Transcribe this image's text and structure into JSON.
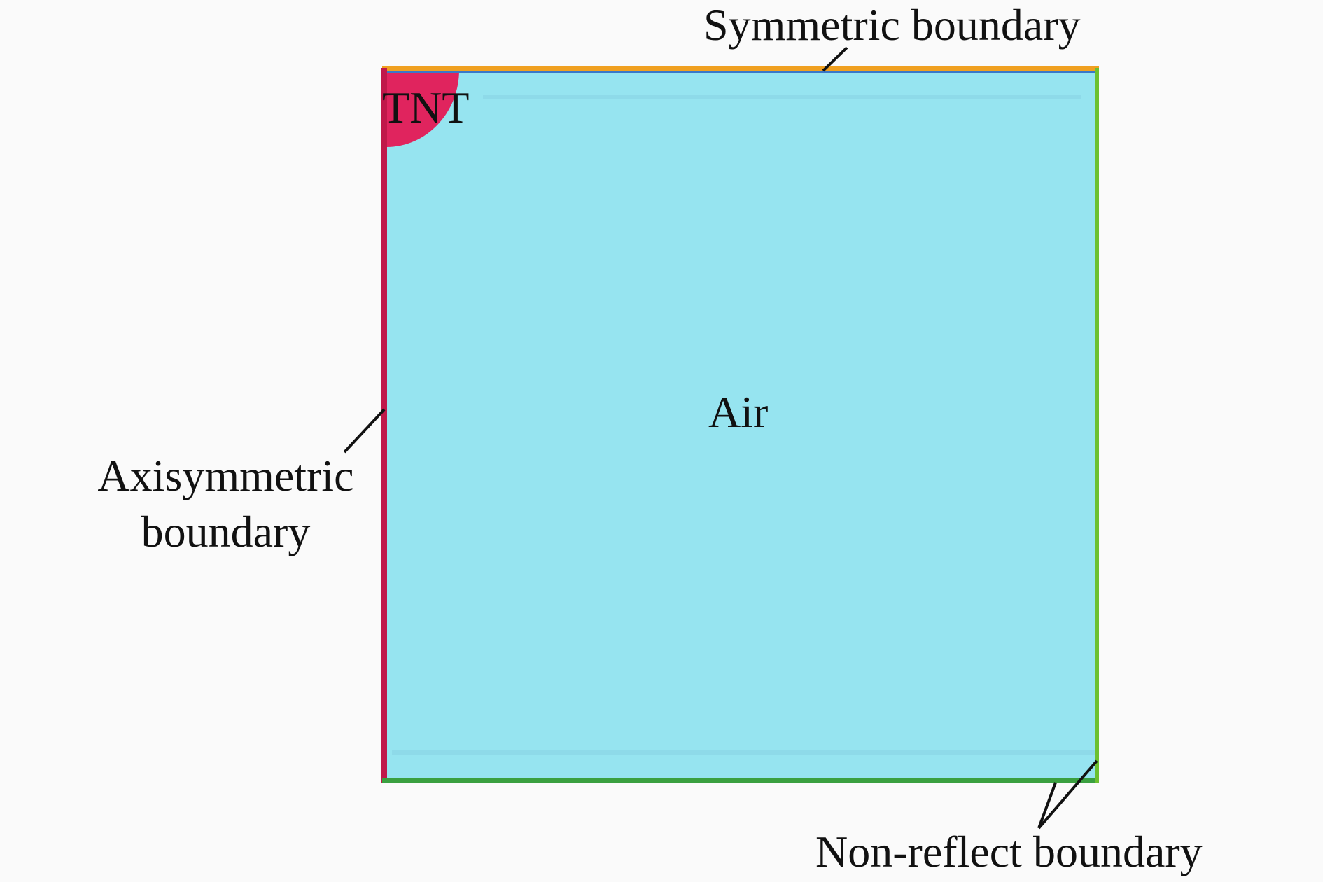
{
  "labels": {
    "symmetric_boundary": "Symmetric boundary",
    "axisymmetric_line1": "Axisymmetric",
    "axisymmetric_line2": "boundary",
    "non_reflect_boundary": "Non-reflect boundary",
    "air": "Air",
    "tnt": "TNT"
  },
  "colors": {
    "air_fill": "#96e4f0",
    "tnt_fill": "#e0245e",
    "symmetric_edge": "#f0a020",
    "top_inner_edge": "#3a78c8",
    "axis_edge": "#c0184a",
    "nonreflect_bottom_edge": "#3aa040",
    "nonreflect_right_edge": "#6cc030",
    "leader_line": "#111111",
    "text": "#111111",
    "background": "#fafafa"
  }
}
